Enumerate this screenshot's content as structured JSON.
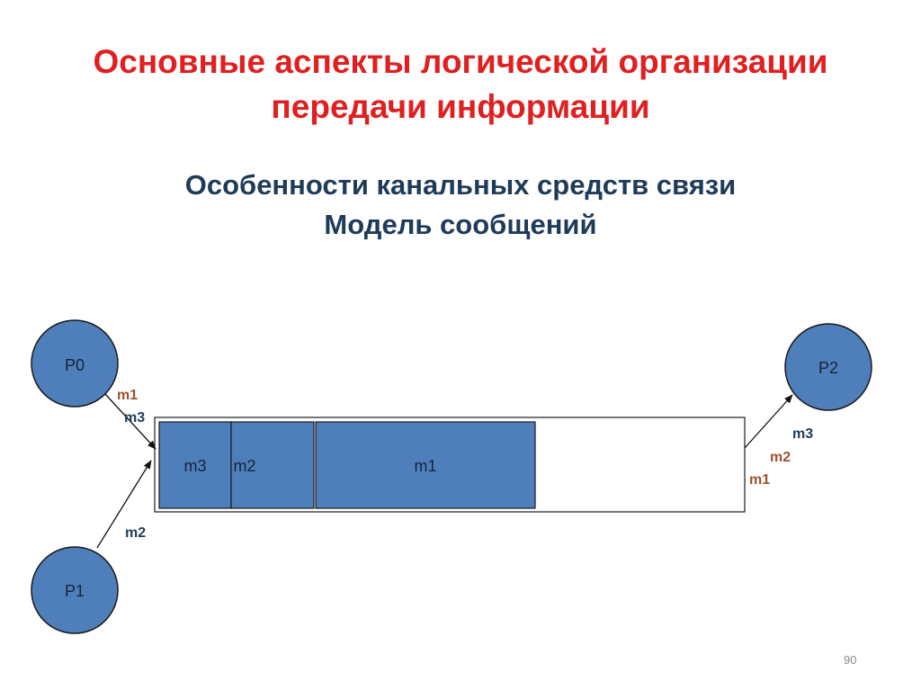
{
  "slide": {
    "title_line1": "Основные аспекты логической организации",
    "title_line2": "передачи информации",
    "subtitle_line1": "Особенности канальных средств связи",
    "subtitle_line2": "Модель сообщений",
    "page_number": "90"
  },
  "diagram": {
    "processes": {
      "p0": "P0",
      "p1": "P1",
      "p2": "P2"
    },
    "buffer_messages": {
      "m3": "m3",
      "m2": "m2",
      "m1": "m1"
    },
    "arrow_labels": {
      "p0_m1": "m1",
      "p0_m3": "m3",
      "p1_m2": "m2",
      "p2_m3": "m3",
      "p2_m2": "m2",
      "p2_m1": "m1"
    },
    "colors": {
      "node_fill": "#4f7fba",
      "node_stroke": "#1a1a1a",
      "title": "#e02020",
      "subtitle": "#1f3b5a",
      "label_dark": "#1f3b5a",
      "label_brown": "#a0522d"
    }
  }
}
